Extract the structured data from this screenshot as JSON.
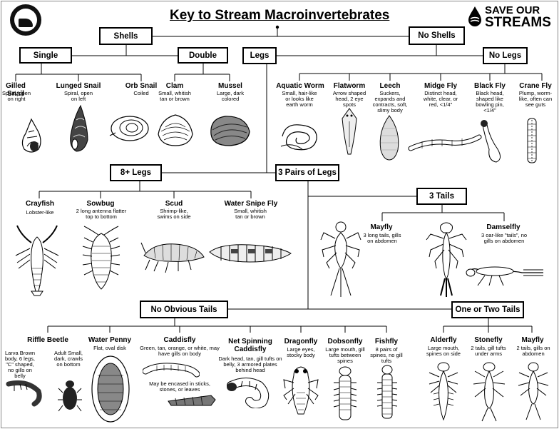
{
  "title": "Key to Stream Macroinvertebrates",
  "brand": {
    "line1": "SAVE OUR",
    "line2": "STREAMS"
  },
  "boxes": {
    "shells": "Shells",
    "no_shells": "No Shells",
    "single": "Single",
    "double": "Double",
    "legs": "Legs",
    "no_legs": "No Legs",
    "eight_legs": "8+ Legs",
    "three_pairs": "3 Pairs of Legs",
    "three_tails": "3 Tails",
    "no_tails": "No Obvious Tails",
    "one_two_tails": "One or Two Tails"
  },
  "organisms": {
    "gilled_snail": {
      "name": "Gilled Snail",
      "desc": "Spiral, open on right"
    },
    "lunged_snail": {
      "name": "Lunged Snail",
      "desc": "Spiral, open on left"
    },
    "orb_snail": {
      "name": "Orb Snail",
      "desc": "Coiled"
    },
    "clam": {
      "name": "Clam",
      "desc": "Small, whitish tan or brown"
    },
    "mussel": {
      "name": "Mussel",
      "desc": "Large, dark colored"
    },
    "aquatic_worm": {
      "name": "Aquatic Worm",
      "desc": "Small, hair-like or looks like earth worm"
    },
    "flatworm": {
      "name": "Flatworm",
      "desc": "Arrow shaped head, 2 eye spots"
    },
    "leech": {
      "name": "Leech",
      "desc": "Suckers, expands and contracts, soft, slimy body"
    },
    "midge_fly": {
      "name": "Midge Fly",
      "desc": "Distinct head, white, clear, or red, <1/4\""
    },
    "black_fly": {
      "name": "Black Fly",
      "desc": "Black head, shaped like bowling pin, <1/4\""
    },
    "crane_fly": {
      "name": "Crane Fly",
      "desc": "Plump, worm-like, often can see guts"
    },
    "crayfish": {
      "name": "Crayfish",
      "desc": "Lobster-like"
    },
    "sowbug": {
      "name": "Sowbug",
      "desc": "2 long antenna flatter top to bottom"
    },
    "scud": {
      "name": "Scud",
      "desc": "Shrimp-like, swims on side"
    },
    "water_snipe_fly": {
      "name": "Water Snipe Fly",
      "desc": "Small, whitish tan or brown"
    },
    "mayfly_3": {
      "name": "Mayfly",
      "desc": "3 long tails, gills on abdomen"
    },
    "damselfly": {
      "name": "Damselfly",
      "desc": "3 oar-like \"tails\", no gills on abdomen"
    },
    "riffle_beetle": {
      "name": "Riffle Beetle",
      "larva": "Larva Brown body, 6 legs, \"C\" shaped, no gills on belly",
      "adult": "Adult Small, dark, crawls on bottom"
    },
    "water_penny": {
      "name": "Water Penny",
      "desc": "Flat, oval disk"
    },
    "caddisfly": {
      "name": "Caddisfly",
      "desc": "Green, tan, orange, or white, may have gills on body",
      "desc2": "May be encased in sticks, stones, or leaves"
    },
    "net_spinning": {
      "name": "Net Spinning Caddisfly",
      "desc": "Dark head, tan, gill tufts on belly, 3 armored plates behind head"
    },
    "dragonfly": {
      "name": "Dragonfly",
      "desc": "Large eyes, stocky body"
    },
    "dobsonfly": {
      "name": "Dobsonfly",
      "desc": "Large mouth, gill tufts between spines"
    },
    "fishfly": {
      "name": "Fishfly",
      "desc": "8 pairs of spines, no gill tufts"
    },
    "alderfly": {
      "name": "Alderfly",
      "desc": "Large mouth, spines on side"
    },
    "stonefly": {
      "name": "Stonefly",
      "desc": "2 tails, gill tufts under arms"
    },
    "mayfly_2": {
      "name": "Mayfly",
      "desc": "2 tails, gills on abdomen"
    }
  }
}
